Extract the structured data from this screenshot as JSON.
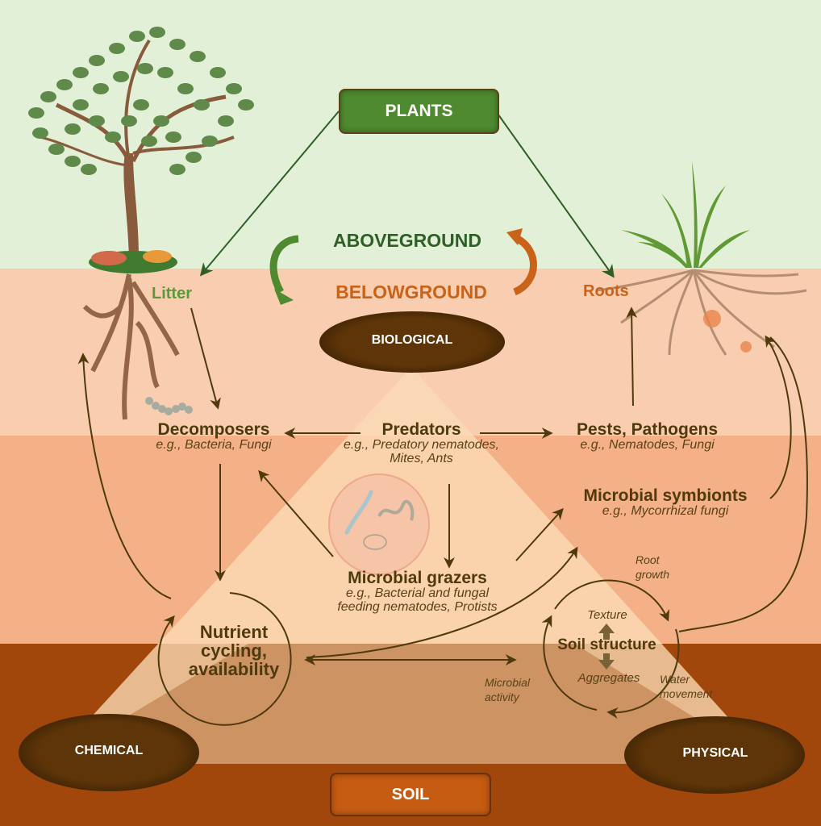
{
  "colors": {
    "sky": "#e3f0d8",
    "band_top": "#f9cdb0",
    "band_mid": "#f4b188",
    "band_soil": "#a1470c",
    "triangle": "#fbdbb6",
    "arrow": "#4e3a0c",
    "plants_box": "#4f8a30",
    "soil_box": "#c65b12",
    "oval": "#5e3508",
    "aboveground": "#2f5e26",
    "belowground": "#c9631a",
    "litter": "#5a9a3a",
    "roots": "#c9631a"
  },
  "header": {
    "plants": "PLANTS",
    "aboveground": "ABOVEGROUND",
    "belowground": "BELOWGROUND"
  },
  "labels": {
    "litter": "Litter",
    "roots": "Roots"
  },
  "corners": {
    "biological": "BIOLOGICAL",
    "chemical": "CHEMICAL",
    "physical": "PHYSICAL",
    "soil": "SOIL"
  },
  "nodes": {
    "decomposers": {
      "title": "Decomposers",
      "examples": "e.g., Bacteria, Fungi"
    },
    "predators": {
      "title": "Predators",
      "examples_line1": "e.g., Predatory nematodes,",
      "examples_line2": "Mites, Ants"
    },
    "pests": {
      "title": "Pests, Pathogens",
      "examples": "e.g., Nematodes, Fungi"
    },
    "symbionts": {
      "title": "Microbial symbionts",
      "examples": "e.g., Mycorrhizal fungi"
    },
    "grazers": {
      "title": "Microbial grazers",
      "examples_line1": "e.g., Bacterial and fungal",
      "examples_line2": "feeding nematodes, Protists"
    },
    "nutrient": {
      "line1": "Nutrient",
      "line2": "cycling,",
      "line3": "availability"
    },
    "soil_structure": {
      "title": "Soil structure",
      "top": "Texture",
      "bottom": "Aggregates"
    }
  },
  "annotations": {
    "root_growth_1": "Root",
    "root_growth_2": "growth",
    "water_1": "Water",
    "water_2": "movement",
    "microbial_1": "Microbial",
    "microbial_2": "activity"
  }
}
